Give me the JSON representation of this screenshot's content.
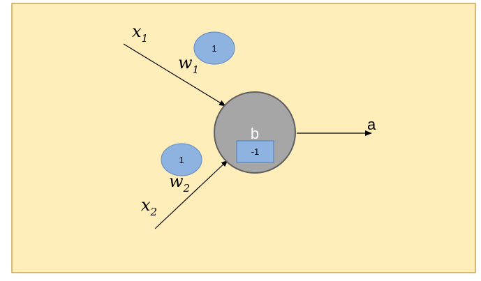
{
  "diagram": {
    "inputs": [
      {
        "symbol": "x",
        "subscript": "1"
      },
      {
        "symbol": "x",
        "subscript": "2"
      }
    ],
    "weights": [
      {
        "symbol": "w",
        "subscript": "1",
        "value": "1"
      },
      {
        "symbol": "w",
        "subscript": "2",
        "value": "1"
      }
    ],
    "neuron": {
      "bias_label": "b",
      "bias_value": "-1"
    },
    "output_label": "a",
    "colors": {
      "background": "#FFEEBA",
      "frame_border": "#C8A550",
      "neuron_fill": "#A6A6A6",
      "neuron_stroke": "#5F5F5F",
      "weight_fill": "#8EB3E0",
      "weight_stroke": "#6A92C6",
      "bias_box_fill": "#8EB3E0",
      "bias_box_stroke": "#4E7DBF",
      "arrow": "#000000"
    }
  }
}
